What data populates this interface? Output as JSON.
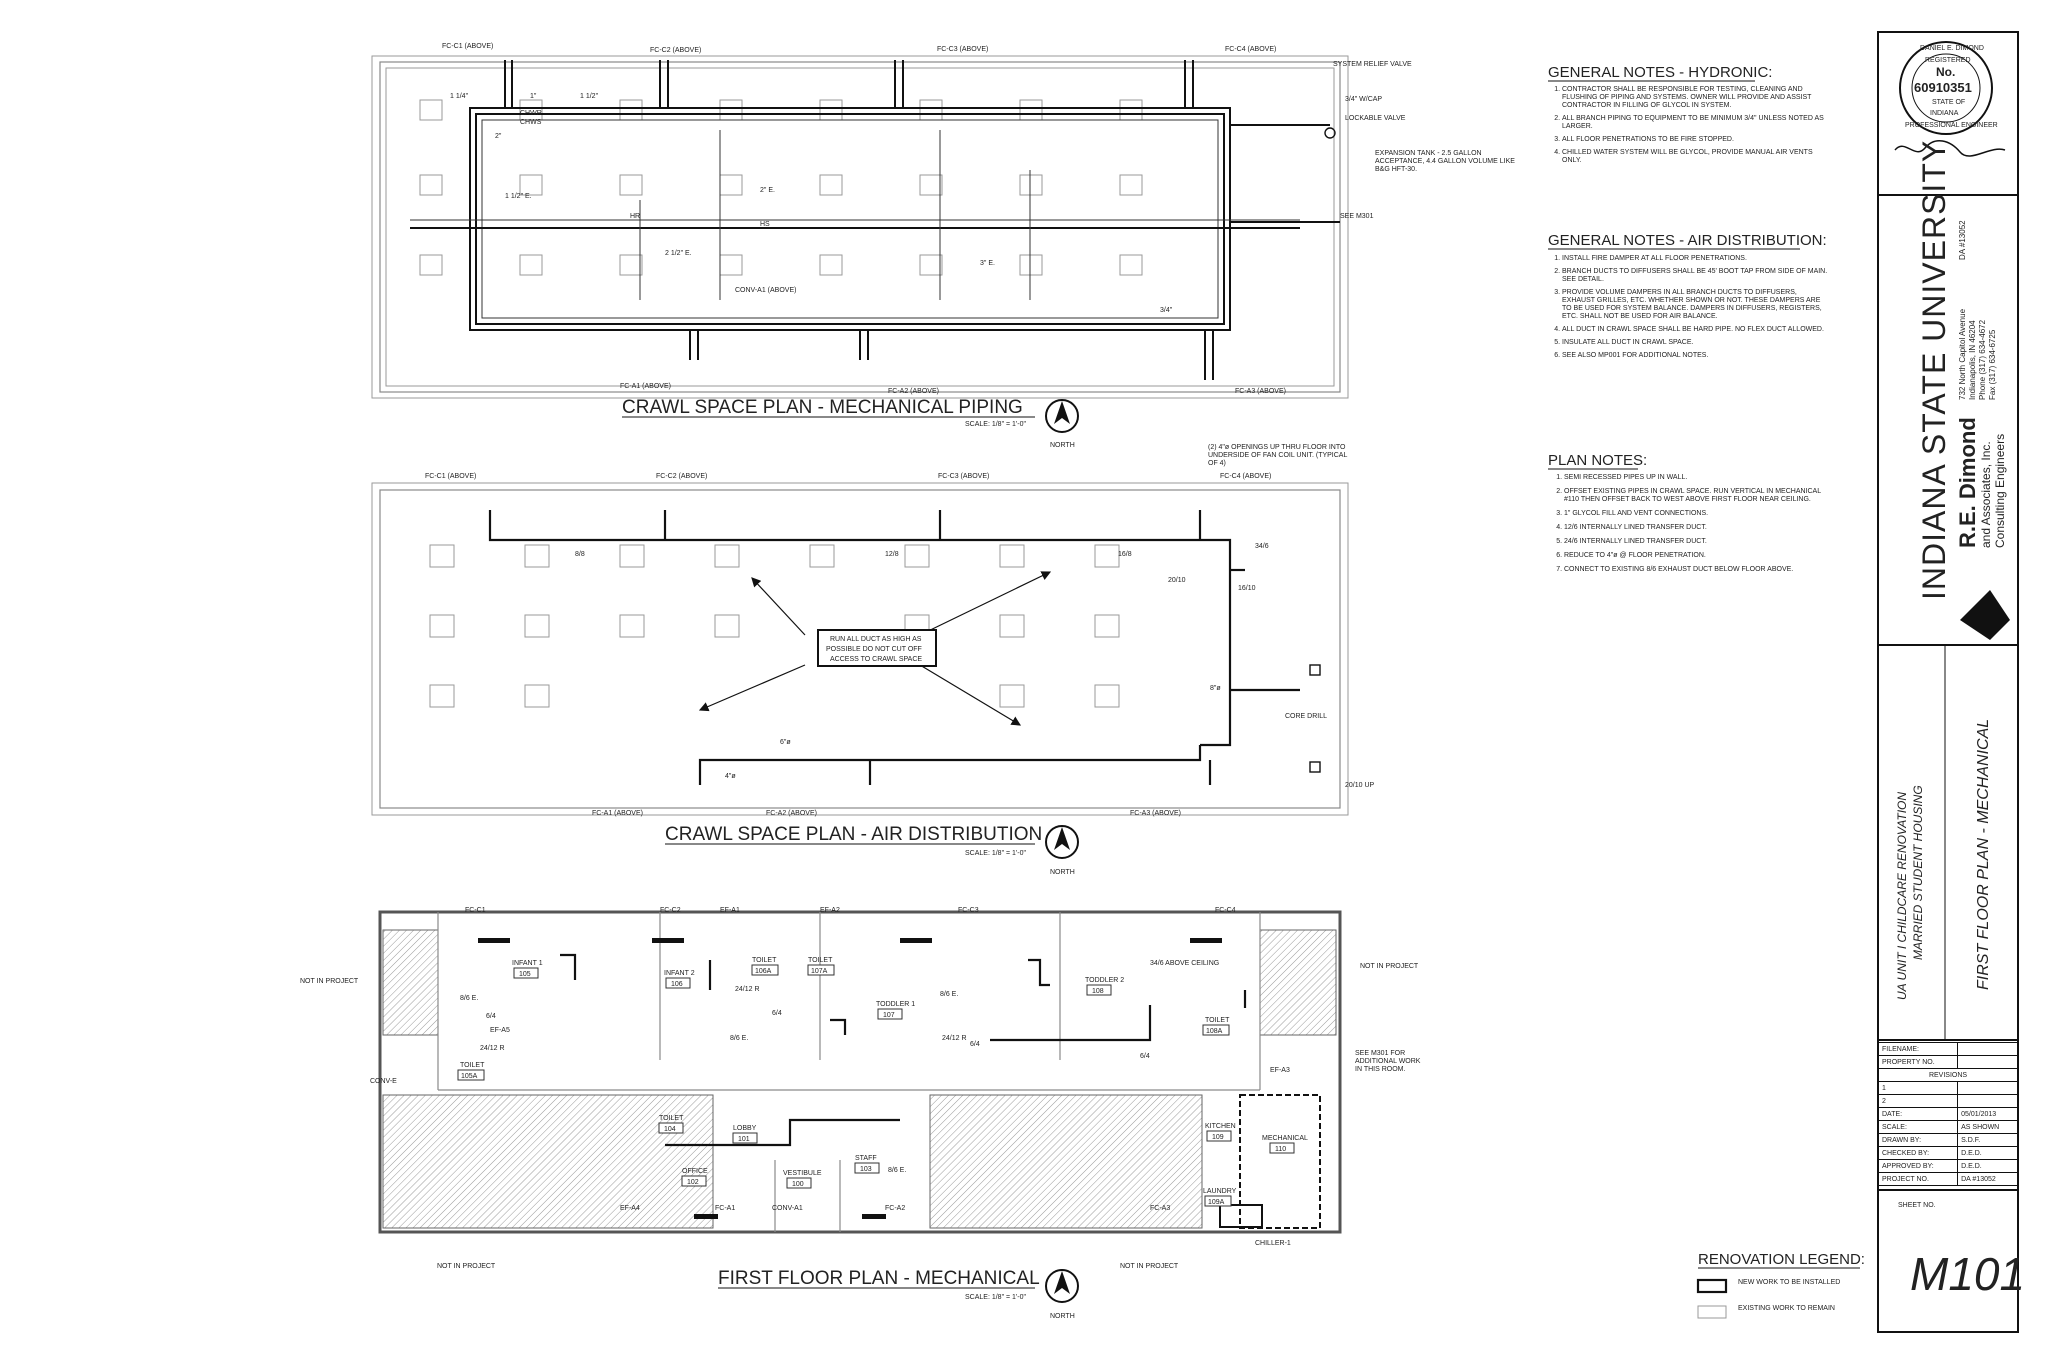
{
  "plans": {
    "piping": {
      "title": "CRAWL SPACE PLAN - MECHANICAL PIPING",
      "scale": "SCALE: 1/8\" = 1'-0\"",
      "north": "NORTH",
      "tags": [
        "FC-C1 (ABOVE)",
        "FC-C2 (ABOVE)",
        "FC-C3 (ABOVE)",
        "FC-C4 (ABOVE)",
        "FC-A1 (ABOVE)",
        "FC-A2 (ABOVE)",
        "FC-A3 (ABOVE)",
        "CONV-A1 (ABOVE)"
      ],
      "callouts": [
        "SYSTEM RELIEF VALVE",
        "3/4\" W/CAP",
        "LOCKABLE VALVE",
        "EXPANSION TANK - 2.5 GALLON ACCEPTANCE, 4.4 GALLON VOLUME LIKE B&G HFT-30.",
        "SEE M301"
      ],
      "sizes": [
        "1 1/4\"",
        "1\"",
        "2\"",
        "1 1/2\"",
        "1 1/2\" E.",
        "2\" E.",
        "2 1/2\" E.",
        "3\" E.",
        "3/4\""
      ],
      "pipe_codes": [
        "CHWR",
        "CHWS",
        "HR",
        "HS"
      ]
    },
    "air": {
      "title": "CRAWL SPACE PLAN - AIR DISTRIBUTION",
      "scale": "SCALE: 1/8\" = 1'-0\"",
      "north": "NORTH",
      "tags": [
        "FC-C1 (ABOVE)",
        "FC-C2 (ABOVE)",
        "FC-C3 (ABOVE)",
        "FC-C4 (ABOVE)",
        "FC-A1 (ABOVE)",
        "FC-A2 (ABOVE)",
        "FC-A3 (ABOVE)"
      ],
      "openings_note": "(2) 4\"ø OPENINGS UP THRU FLOOR INTO UNDERSIDE OF FAN COIL UNIT. (TYPICAL OF 4)",
      "center_note": [
        "RUN ALL DUCT AS HIGH AS",
        "POSSIBLE DO NOT CUT OFF",
        "ACCESS TO CRAWL SPACE"
      ],
      "sizes": [
        "8/8",
        "12/8",
        "16/8",
        "34/6",
        "20/10",
        "16/10",
        "8\"ø",
        "6\"ø",
        "4\"ø",
        "20/10 UP",
        "CORE DRILL"
      ]
    },
    "first_floor": {
      "title": "FIRST FLOOR PLAN - MECHANICAL",
      "scale": "SCALE: 1/8\" = 1'-0\"",
      "north": "NORTH",
      "rooms": [
        {
          "name": "INFANT 1",
          "num": "105"
        },
        {
          "name": "INFANT 2",
          "num": "106"
        },
        {
          "name": "TOILET",
          "num": "106A"
        },
        {
          "name": "TOILET",
          "num": "107A"
        },
        {
          "name": "TODDLER 1",
          "num": "107"
        },
        {
          "name": "TODDLER 2",
          "num": "108"
        },
        {
          "name": "TOILET",
          "num": "108A"
        },
        {
          "name": "TOILET",
          "num": "105A"
        },
        {
          "name": "TOILET",
          "num": "104"
        },
        {
          "name": "LOBBY",
          "num": "101"
        },
        {
          "name": "OFFICE",
          "num": "102"
        },
        {
          "name": "VESTIBULE",
          "num": "100"
        },
        {
          "name": "STAFF",
          "num": "103"
        },
        {
          "name": "KITCHEN",
          "num": "109"
        },
        {
          "name": "MECHANICAL",
          "num": "110"
        },
        {
          "name": "LAUNDRY",
          "num": "109A"
        }
      ],
      "tags": [
        "FC-C1",
        "FC-C2",
        "FC-C3",
        "FC-C4",
        "EF-A1",
        "EF-A2",
        "EF-A3",
        "EF-A4",
        "EF-A5",
        "FC-A1",
        "FC-A2",
        "FC-A3",
        "CONV-A1",
        "CONV-E",
        "CHILLER-1"
      ],
      "callouts": [
        "NOT IN PROJECT",
        "NOT IN PROJECT",
        "NOT IN PROJECT",
        "NOT IN PROJECT",
        "34/6 ABOVE CEILING",
        "SEE M301 FOR ADDITIONAL WORK IN THIS ROOM."
      ],
      "sizes": [
        "8/6 E.",
        "6/4",
        "24/12 R",
        "8/6 E.",
        "6/4",
        "24/12 R",
        "8/6 E.",
        "6/4",
        "24/12 R",
        "8/6 E.",
        "6/4"
      ]
    }
  },
  "notes": {
    "hydronic": {
      "heading": "GENERAL NOTES - HYDRONIC:",
      "items": [
        "CONTRACTOR SHALL BE RESPONSIBLE FOR TESTING, CLEANING AND FLUSHING OF PIPING AND SYSTEMS. OWNER WILL PROVIDE AND ASSIST CONTRACTOR IN FILLING OF GLYCOL IN SYSTEM.",
        "ALL BRANCH PIPING TO EQUIPMENT TO BE MINIMUM 3/4\" UNLESS NOTED AS LARGER.",
        "ALL FLOOR PENETRATIONS TO BE FIRE STOPPED.",
        "CHILLED WATER SYSTEM WILL BE GLYCOL, PROVIDE MANUAL AIR VENTS ONLY."
      ]
    },
    "air": {
      "heading": "GENERAL NOTES - AIR DISTRIBUTION:",
      "items": [
        "INSTALL FIRE DAMPER AT ALL FLOOR PENETRATIONS.",
        "BRANCH DUCTS TO DIFFUSERS SHALL BE 45' BOOT TAP FROM SIDE OF MAIN. SEE DETAIL.",
        "PROVIDE VOLUME DAMPERS IN ALL BRANCH DUCTS TO DIFFUSERS, EXHAUST GRILLES, ETC. WHETHER SHOWN OR NOT. THESE DAMPERS ARE TO BE USED FOR SYSTEM BALANCE. DAMPERS IN DIFFUSERS, REGISTERS, ETC. SHALL NOT BE USED FOR AIR BALANCE.",
        "ALL DUCT IN CRAWL SPACE SHALL BE HARD PIPE. NO FLEX DUCT ALLOWED.",
        "INSULATE ALL DUCT IN CRAWL SPACE.",
        "SEE ALSO MP001 FOR ADDITIONAL NOTES."
      ]
    },
    "plan": {
      "heading": "PLAN NOTES:",
      "items": [
        "SEMI RECESSED PIPES UP IN WALL.",
        "OFFSET EXISTING PIPES IN CRAWL SPACE. RUN VERTICAL IN MECHANICAL #110 THEN OFFSET BACK TO WEST ABOVE FIRST FLOOR NEAR CEILING.",
        "1\" GLYCOL FILL AND VENT CONNECTIONS.",
        "12/6 INTERNALLY LINED TRANSFER DUCT.",
        "24/6 INTERNALLY LINED TRANSFER DUCT.",
        "REDUCE TO 4\"ø @ FLOOR PENETRATION.",
        "CONNECT TO EXISTING 8/6 EXHAUST DUCT BELOW FLOOR ABOVE."
      ]
    }
  },
  "legend": {
    "heading": "RENOVATION LEGEND:",
    "new": "NEW WORK TO BE INSTALLED",
    "existing": "EXISTING WORK TO REMAIN"
  },
  "title_block": {
    "seal": {
      "name": "DANIEL E. DIMOND",
      "registered": "REGISTERED",
      "no": "No.",
      "number": "60910351",
      "state_of": "STATE OF",
      "state": "INDIANA",
      "profession": "PROFESSIONAL ENGINEER"
    },
    "university": "INDIANA STATE UNIVERSITY",
    "firm": "R.E. Dimond",
    "firm_sub": [
      "and Associates, Inc.",
      "Consulting Engineers"
    ],
    "address": [
      "732 North Capitol Avenue",
      "Indianapolis, IN 46204",
      "Phone (317) 634-4672",
      "Fax (317) 634-6725"
    ],
    "project_code": "DA #13052",
    "project": [
      "UA UNIT I CHILDCARE RENOVATION",
      "MARRIED STUDENT HOUSING"
    ],
    "sheet_title": "FIRST FLOOR PLAN - MECHANICAL",
    "fields": [
      {
        "label": "FILENAME:",
        "value": ""
      },
      {
        "label": "PROPERTY NO.",
        "value": ""
      },
      {
        "label": "REVISIONS",
        "value": ""
      },
      {
        "label": "1",
        "value": ""
      },
      {
        "label": "2",
        "value": ""
      },
      {
        "label": "DATE:",
        "value": "05/01/2013"
      },
      {
        "label": "SCALE:",
        "value": "AS SHOWN"
      },
      {
        "label": "DRAWN BY:",
        "value": "S.D.F."
      },
      {
        "label": "CHECKED BY:",
        "value": "D.E.D."
      },
      {
        "label": "APPROVED BY:",
        "value": "D.E.D."
      },
      {
        "label": "PROJECT NO.",
        "value": "DA #13052"
      }
    ],
    "sheet_no_label": "SHEET NO.",
    "sheet_no": "M101"
  }
}
